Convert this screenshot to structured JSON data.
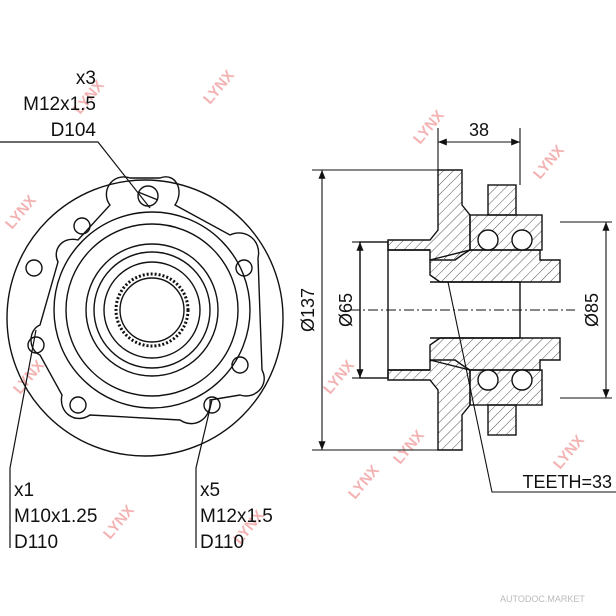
{
  "callouts": {
    "top": {
      "qty": "x3",
      "thread": "M12x1.5",
      "diameter": "D104"
    },
    "left": {
      "qty": "x1",
      "thread": "M10x1.25",
      "diameter": "D110"
    },
    "bottom": {
      "qty": "x5",
      "thread": "M12x1.5",
      "diameter": "D110"
    }
  },
  "dimensions": {
    "width": "38",
    "outer_diameter": "Ø137",
    "bore_diameter": "Ø65",
    "bearing_diameter": "Ø85"
  },
  "teeth": "TEETH=33",
  "watermark": {
    "brand": "LYNX",
    "site": "AUTODOC.MARKET"
  },
  "colors": {
    "line": "#111111",
    "watermark": "#f3b3b3",
    "hatch": "#555555"
  }
}
